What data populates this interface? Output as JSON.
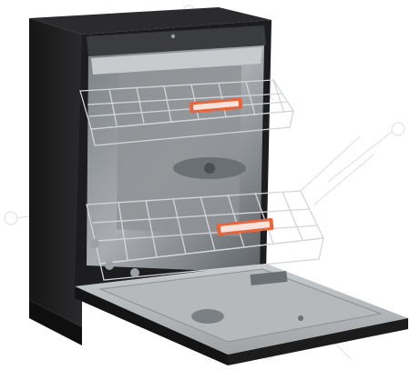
{
  "product": {
    "type": "freestanding-dishwasher",
    "door_state": "open",
    "racks": [
      "upper-rack",
      "lower-rack"
    ],
    "brand_label_upper": "",
    "brand_label_lower": ""
  },
  "colors": {
    "cabinet": "#1d1d1f",
    "cabinet_edge": "#2c2c2e",
    "stainless": "#b9bcbf",
    "stainless_dark": "#6f7478",
    "tub_shadow": "#4d5257",
    "rack_wire": "#d3d6d9",
    "rack_tag": "#e8643c",
    "callout_line": "#e3e3e3"
  }
}
